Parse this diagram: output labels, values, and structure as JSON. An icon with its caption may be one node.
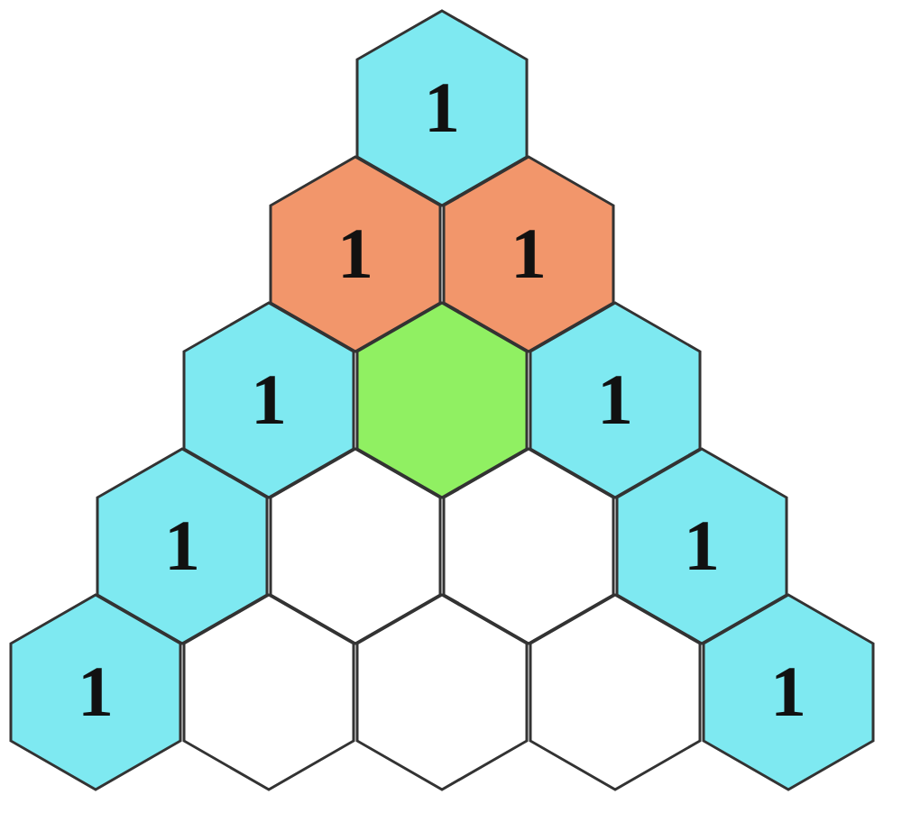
{
  "diagram": {
    "nodes": [
      {
        "text": [
          "1"
        ]
      },
      {
        "text": [
          "1"
        ]
      },
      {
        "text": [
          "1"
        ]
      },
      {
        "text": [
          "1"
        ]
      },
      {
        "text": [],
        "shape": "hexagon"
      },
      {
        "text": [
          "1"
        ]
      },
      {
        "text": [
          "1"
        ]
      },
      {
        "text": [],
        "shape": "hexagon"
      },
      {
        "text": [],
        "shape": "hexagon"
      },
      {
        "text": [
          "1"
        ]
      },
      {
        "text": [
          "1"
        ]
      },
      {
        "text": [],
        "shape": "hexagon"
      },
      {
        "text": [],
        "shape": "hexagon"
      },
      {
        "text": [],
        "shape": "hexagon"
      },
      {
        "text": [
          "1"
        ]
      }
    ]
  }
}
